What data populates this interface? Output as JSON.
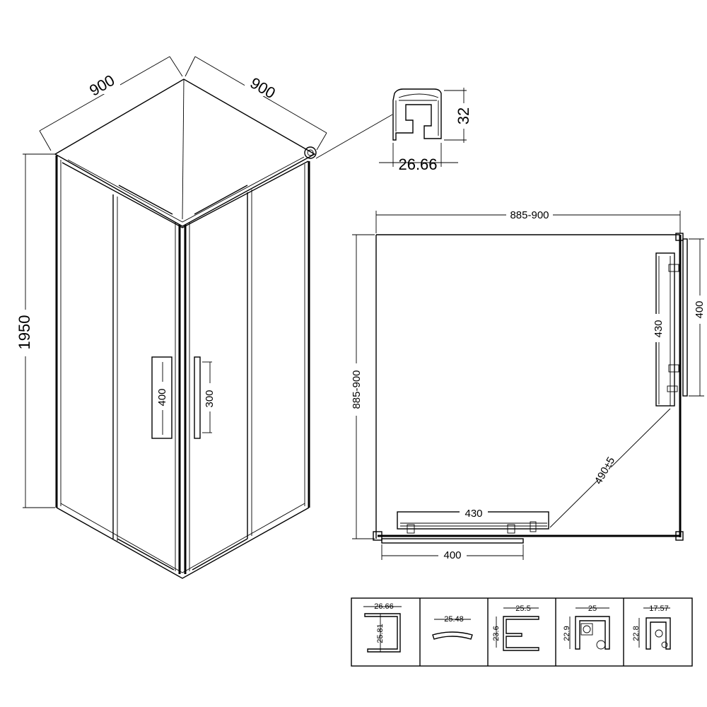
{
  "iso_view": {
    "width_left": "900",
    "width_right": "900",
    "height": "1950",
    "handle_left": "400",
    "handle_right": "300"
  },
  "profile_detail": {
    "height": "32",
    "width": "26.66"
  },
  "plan_view": {
    "top_width": "885-900",
    "left_depth": "885-900",
    "right_panel_outer": "400",
    "right_panel_inner": "430",
    "bottom_panel_inner": "430",
    "bottom_panel_outer": "400",
    "diagonal_opening": "490±5"
  },
  "profiles_table": [
    {
      "width": "26.66",
      "height": "25.81"
    },
    {
      "width": "25.48"
    },
    {
      "width": "25.5",
      "height": "23.6"
    },
    {
      "width": "25",
      "height": "22.9"
    },
    {
      "width": "17.57",
      "height": "22.8"
    }
  ]
}
